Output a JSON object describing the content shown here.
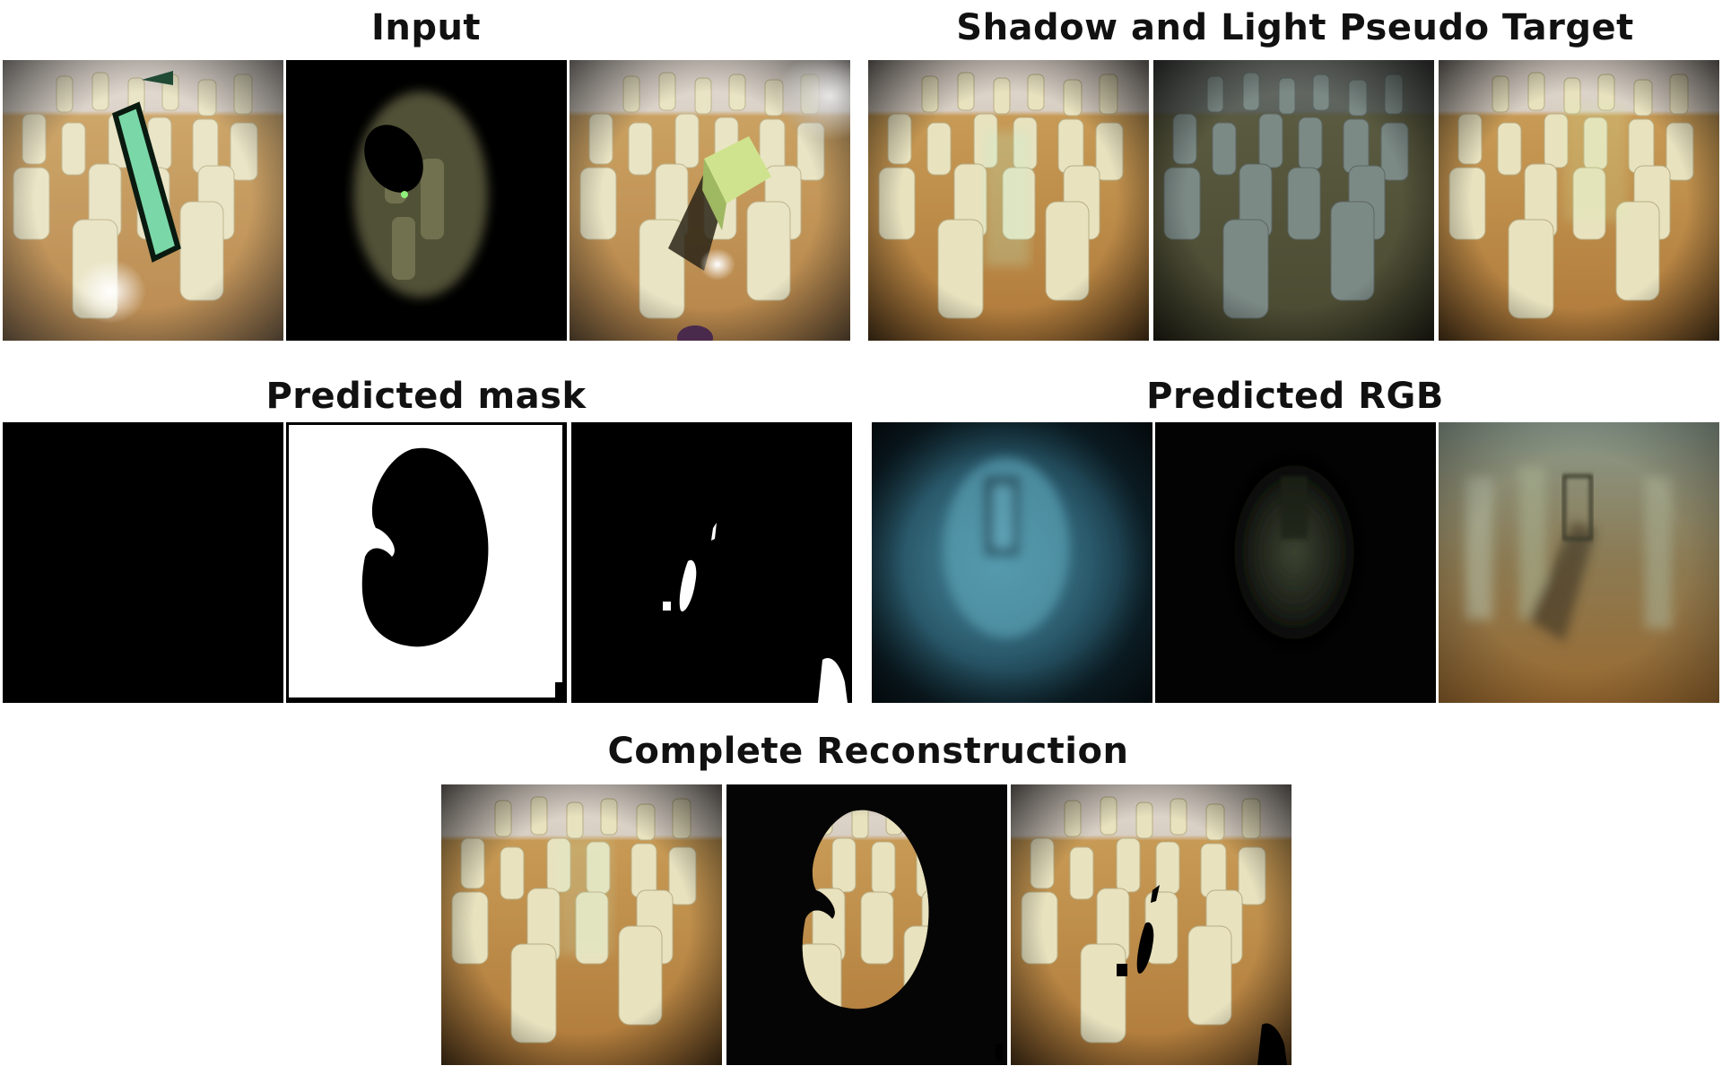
{
  "titles": {
    "input": "Input",
    "pseudo_target": "Shadow and Light Pseudo Target",
    "predicted_mask": "Predicted mask",
    "predicted_rgb": "Predicted RGB",
    "complete_reconstruction": "Complete Reconstruction"
  }
}
